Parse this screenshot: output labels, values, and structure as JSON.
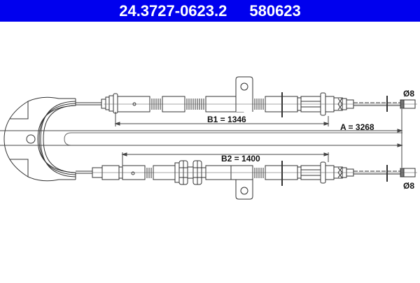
{
  "header": {
    "part_number": "24.3727-0623.2",
    "ref_number": "580623",
    "background_color": "#0000ee",
    "text_color": "#ffffff"
  },
  "diagram": {
    "type": "parking brake cable technical drawing",
    "dimensions": {
      "b1": "B1 = 1346",
      "a": "A = 3268",
      "b2": "B2 = 1400",
      "diameter_top": "Ø8",
      "diameter_bottom": "Ø8"
    },
    "line_color": "#333333",
    "fill_color": "#ffffff"
  }
}
